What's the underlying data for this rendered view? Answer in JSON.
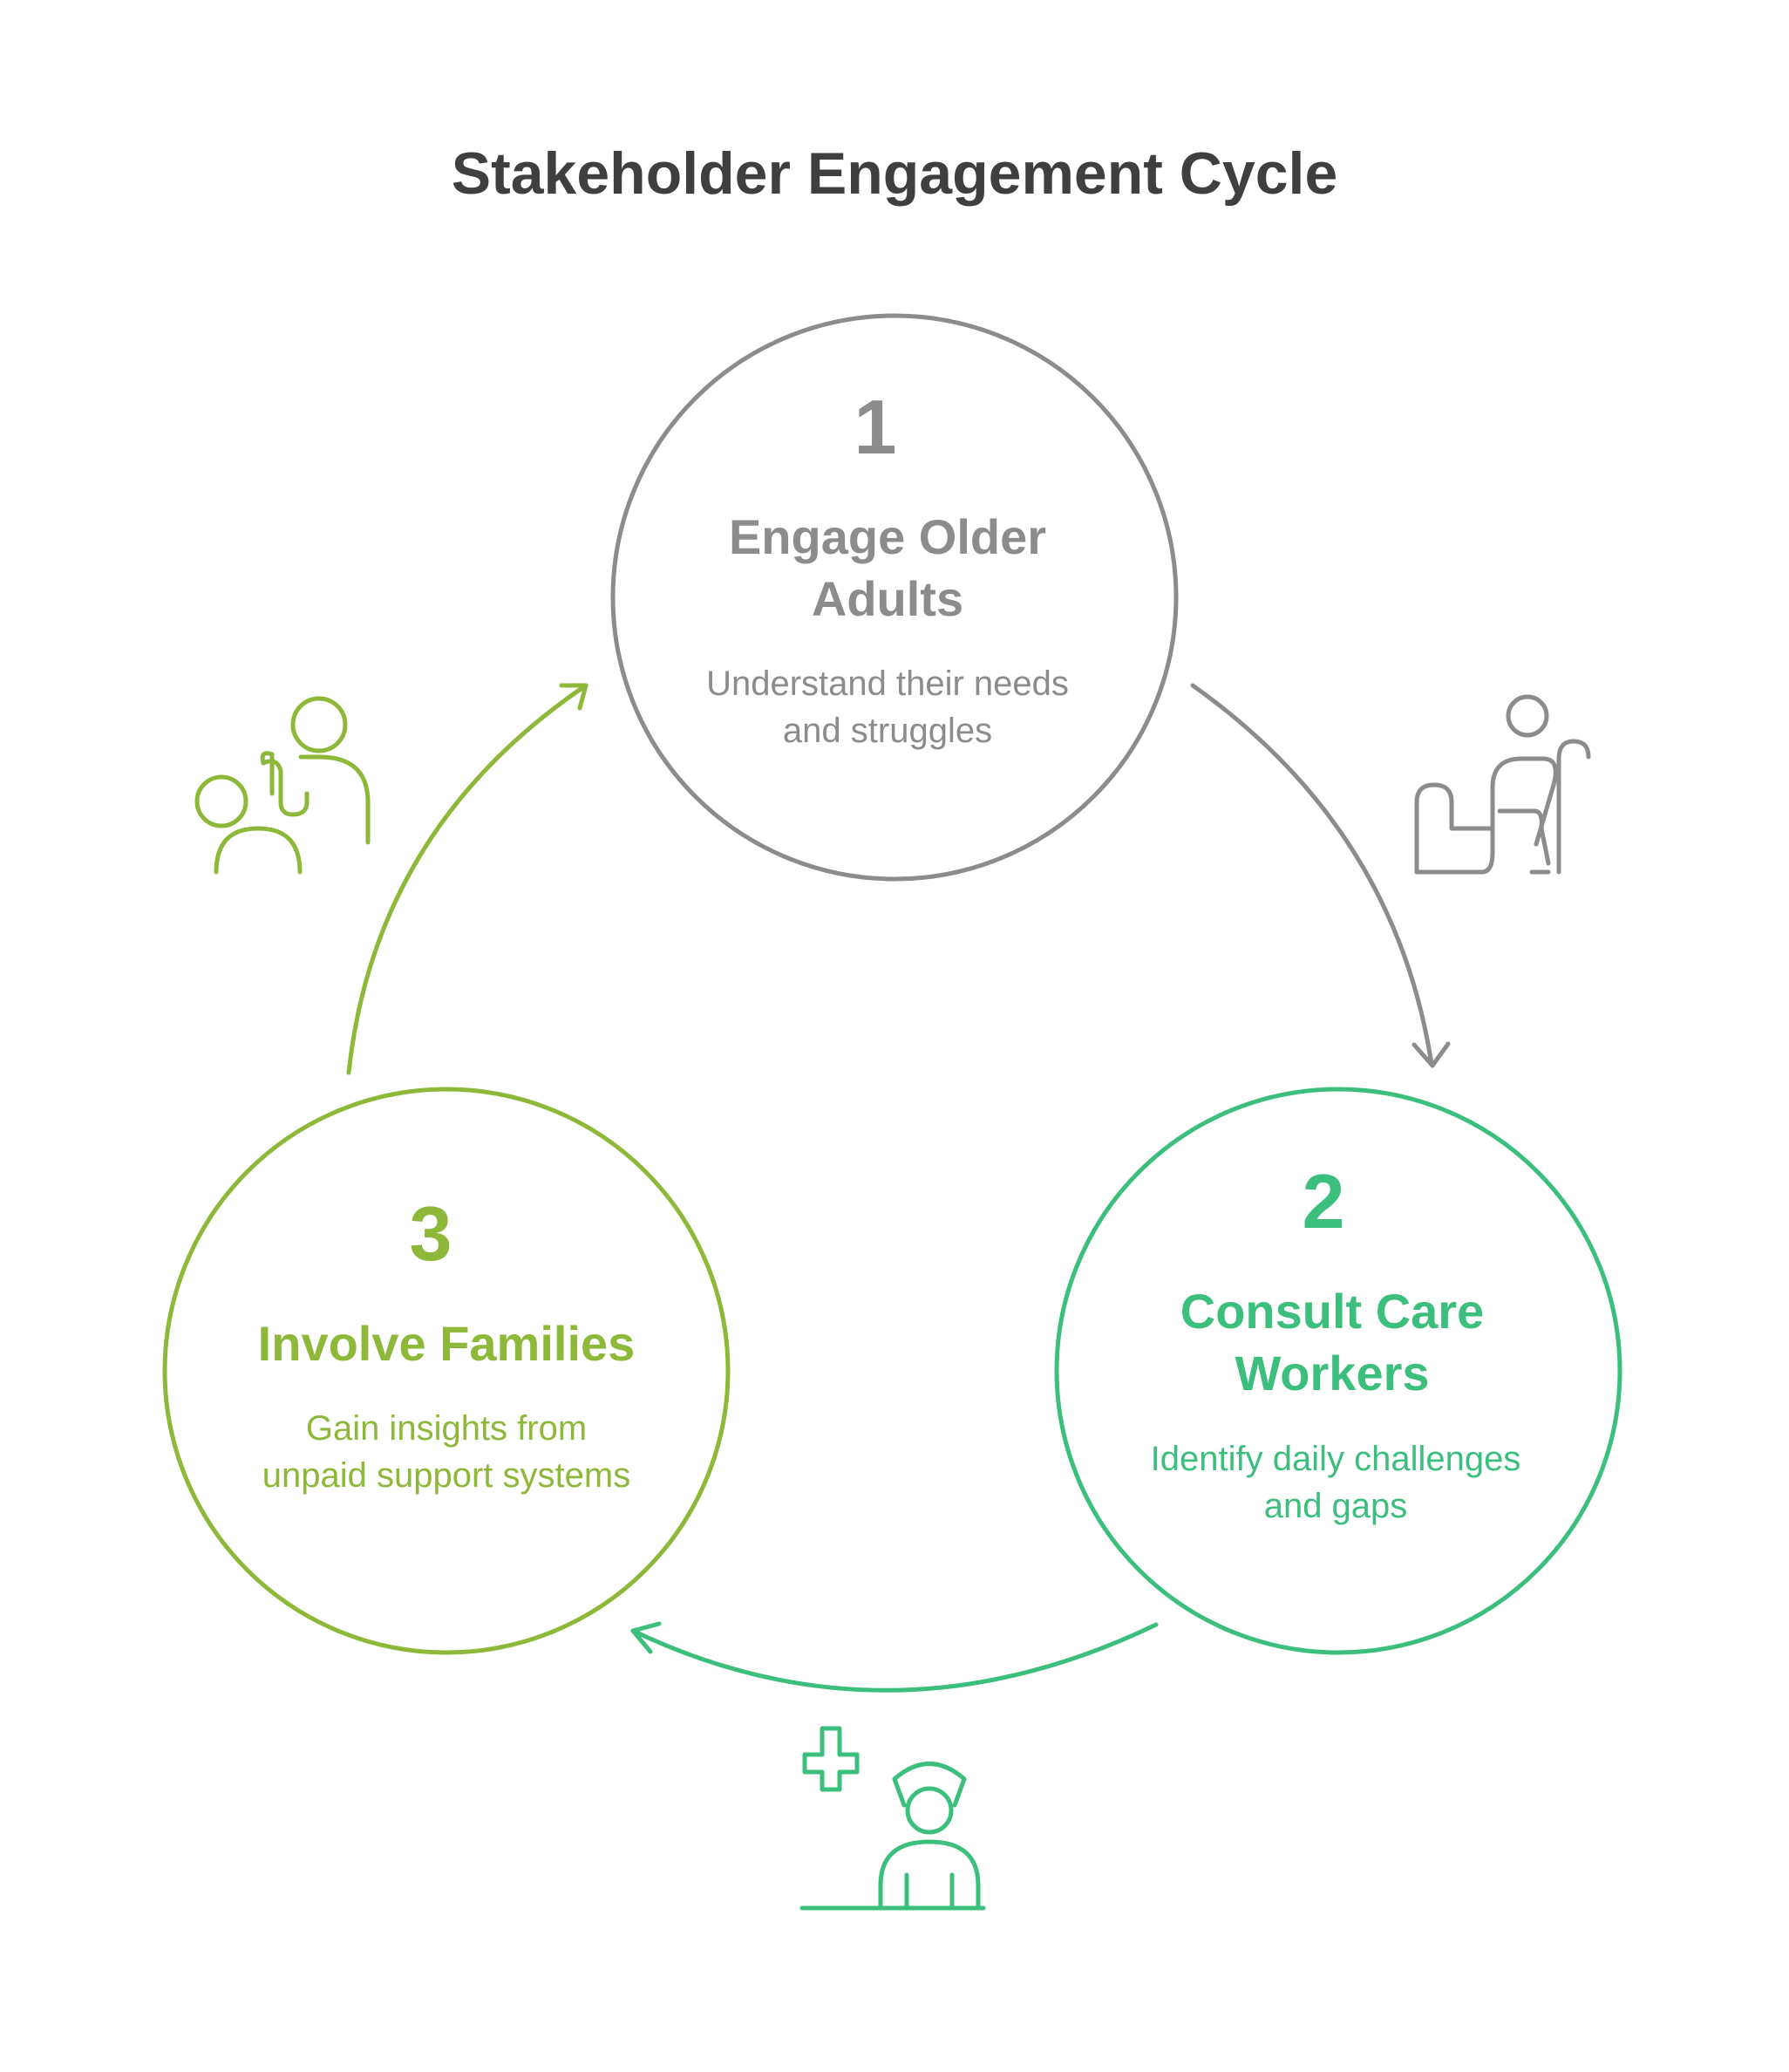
{
  "title": "Stakeholder Engagement Cycle",
  "colors": {
    "gray": "#8c8c8c",
    "green": "#3cbf7c",
    "lime": "#8db83a",
    "title": "#3f3f3f"
  },
  "steps": [
    {
      "number": "1",
      "heading_line1": "Engage Older",
      "heading_line2": "Adults",
      "desc_line1": "Understand their needs",
      "desc_line2": "and struggles",
      "icon": "elderly-person-with-cane-icon"
    },
    {
      "number": "2",
      "heading_line1": "Consult Care",
      "heading_line2": "Workers",
      "desc_line1": "Identify daily challenges",
      "desc_line2": "and gaps",
      "icon": "nurse-icon"
    },
    {
      "number": "3",
      "heading_line1": "Involve Families",
      "heading_line2": "",
      "desc_line1": "Gain insights from",
      "desc_line2": "unpaid support systems",
      "icon": "family-icon"
    }
  ]
}
